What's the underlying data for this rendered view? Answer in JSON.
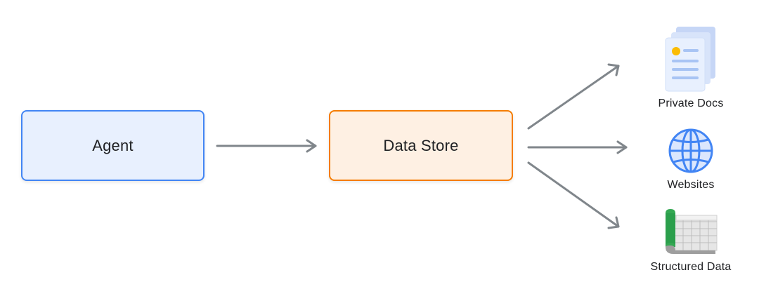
{
  "nodes": {
    "agent": "Agent",
    "data_store": "Data Store"
  },
  "targets": {
    "private_docs": {
      "label": "Private Docs",
      "icon": "document-stack-icon"
    },
    "websites": {
      "label": "Websites",
      "icon": "globe-icon"
    },
    "structured_data": {
      "label": "Structured Data",
      "icon": "spreadsheet-icon"
    }
  },
  "colors": {
    "agent_fill": "#e8f0fe",
    "agent_border": "#4285f4",
    "store_fill": "#fef0e3",
    "store_border": "#f57c00",
    "arrow": "#80868b"
  }
}
